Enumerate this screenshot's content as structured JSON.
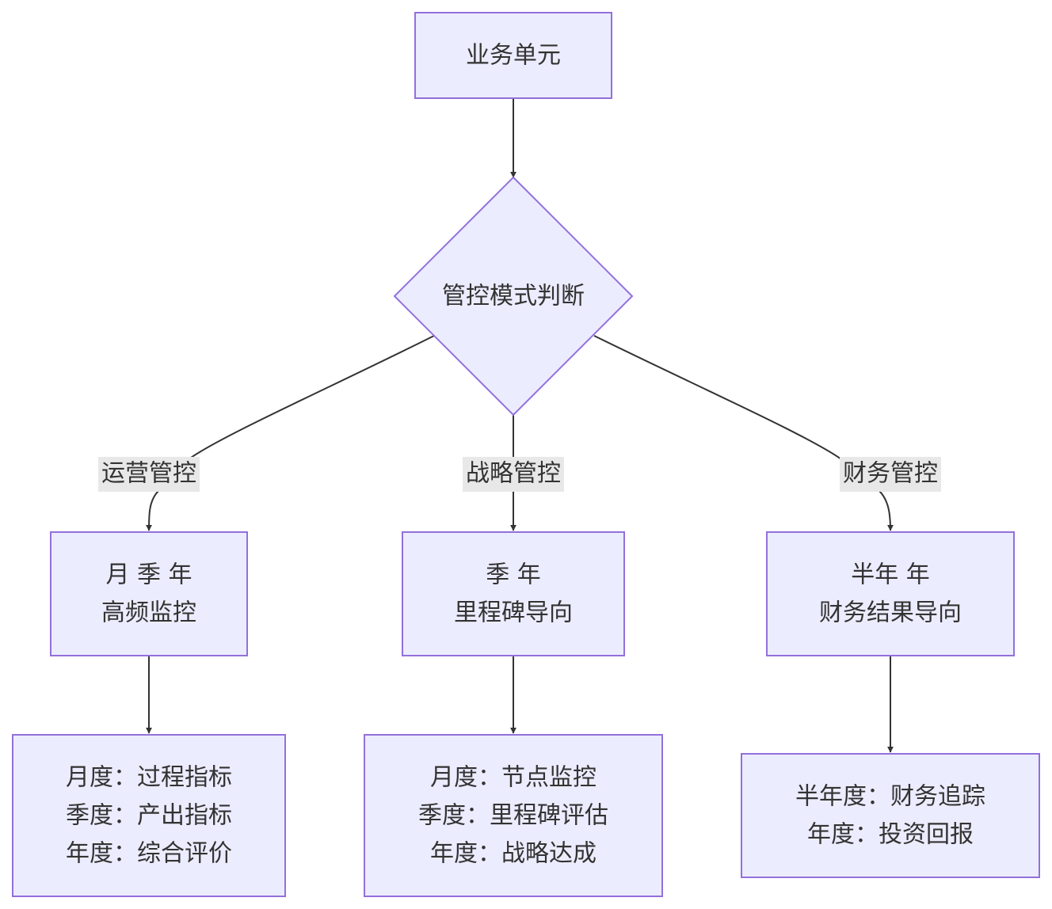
{
  "nodes": {
    "business_unit": {
      "label": "业务单元"
    },
    "decision": {
      "label": "管控模式判断"
    },
    "ops_freq": {
      "line1": "月 季 年",
      "line2": "高频监控"
    },
    "strat_freq": {
      "line1": "季 年",
      "line2": "里程碑导向"
    },
    "fin_freq": {
      "line1": "半年 年",
      "line2": "财务结果导向"
    },
    "ops_detail": {
      "line1": "月度：过程指标",
      "line2": "季度：产出指标",
      "line3": "年度：综合评价"
    },
    "strat_detail": {
      "line1": "月度：节点监控",
      "line2": "季度：里程碑评估",
      "line3": "年度：战略达成"
    },
    "fin_detail": {
      "line1": "半年度：财务追踪",
      "line2": "年度：投资回报"
    }
  },
  "edge_labels": {
    "ops": "运营管控",
    "strat": "战略管控",
    "fin": "财务管控"
  },
  "colors": {
    "node_fill": "#ECECFF",
    "node_stroke": "#9370DB",
    "edge": "#333333",
    "label_bg": "#E8E8E8",
    "text": "#333333"
  }
}
